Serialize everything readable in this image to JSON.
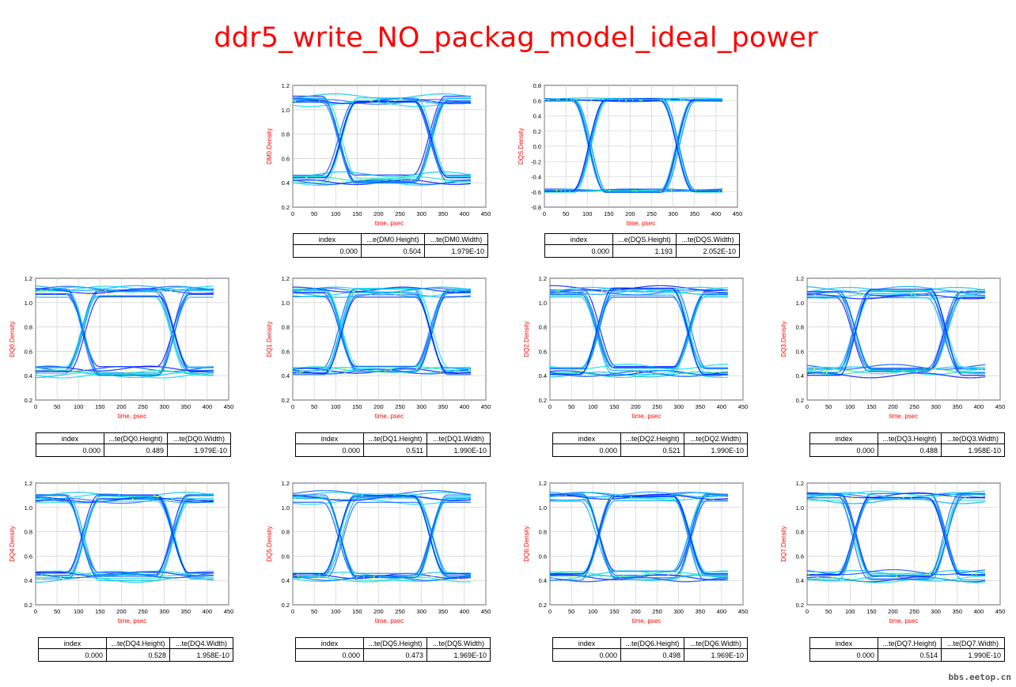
{
  "title": "ddr5_write_NO_packag_model_ideal_power",
  "watermark": "bbs.eetop.cn",
  "colors": {
    "title": "#ff0000",
    "axis_label": "#ff0000",
    "trace_low": "#0000ff",
    "trace_mid": "#00c8ff",
    "trace_high": "#ffff00",
    "grid": "#c8c8c8"
  },
  "chart_data": [
    {
      "id": "DM0",
      "type": "scatter",
      "kind": "eye",
      "ylabel": "DM0.Density",
      "xlabel": "time, psec",
      "xlim": [
        0,
        450
      ],
      "ylim": [
        0.2,
        1.2
      ],
      "xticks": [
        "0",
        "50",
        "100",
        "150",
        "200",
        "250",
        "300",
        "350",
        "400",
        "450"
      ],
      "yticks": [
        "0.2",
        "0.4",
        "0.6",
        "0.8",
        "1.0",
        "1.2"
      ],
      "grid": true,
      "eye": {
        "high": 1.08,
        "low": 0.43,
        "spread": 0.04,
        "cross": [
          110,
          322
        ],
        "crossv": 0.81
      },
      "table": {
        "headers": [
          "index",
          "...e(DM0.Height)",
          "...te(DM0.Width)"
        ],
        "values": [
          "0.000",
          "0.504",
          "1.979E-10"
        ]
      }
    },
    {
      "id": "DQS",
      "type": "scatter",
      "kind": "eye",
      "ylabel": "DQS.Density",
      "xlabel": "time, psec",
      "xlim": [
        0,
        450
      ],
      "ylim": [
        -0.8,
        0.8
      ],
      "xticks": [
        "0",
        "50",
        "100",
        "150",
        "200",
        "250",
        "300",
        "350",
        "400",
        "450"
      ],
      "yticks": [
        "-0.8",
        "-0.6",
        "-0.4",
        "-0.2",
        "0.0",
        "0.2",
        "0.4",
        "0.6",
        "0.8"
      ],
      "grid": true,
      "eye": {
        "high": 0.61,
        "low": -0.59,
        "spread": 0.02,
        "cross": [
          105,
          310
        ],
        "crossv": 0.0
      },
      "table": {
        "headers": [
          "index",
          "...e(DQS.Height)",
          "...te(DQS.Width)"
        ],
        "values": [
          "0.000",
          "1.193",
          "2.052E-10"
        ]
      }
    },
    {
      "id": "DQ0",
      "type": "scatter",
      "kind": "eye",
      "ylabel": "DQ0.Density",
      "xlabel": "time, psec",
      "xlim": [
        0,
        450
      ],
      "ylim": [
        0.2,
        1.2
      ],
      "xticks": [
        "0",
        "50",
        "100",
        "150",
        "200",
        "250",
        "300",
        "350",
        "400",
        "450"
      ],
      "yticks": [
        "0.2",
        "0.4",
        "0.6",
        "0.8",
        "1.0",
        "1.2"
      ],
      "grid": true,
      "eye": {
        "high": 1.08,
        "low": 0.44,
        "spread": 0.04,
        "cross": [
          110,
          320
        ],
        "crossv": 0.82
      },
      "table": {
        "headers": [
          "index",
          "...te(DQ0.Height)",
          "...te(DQ0.Width)"
        ],
        "values": [
          "0.000",
          "0.489",
          "1.979E-10"
        ]
      }
    },
    {
      "id": "DQ1",
      "type": "scatter",
      "kind": "eye",
      "ylabel": "DQ1.Density",
      "xlabel": "time, psec",
      "xlim": [
        0,
        450
      ],
      "ylim": [
        0.2,
        1.2
      ],
      "xticks": [
        "0",
        "50",
        "100",
        "150",
        "200",
        "250",
        "300",
        "350",
        "400",
        "450"
      ],
      "yticks": [
        "0.2",
        "0.4",
        "0.6",
        "0.8",
        "1.0",
        "1.2"
      ],
      "grid": true,
      "eye": {
        "high": 1.08,
        "low": 0.44,
        "spread": 0.04,
        "cross": [
          112,
          323
        ],
        "crossv": 0.82
      },
      "table": {
        "headers": [
          "index",
          "...te(DQ1.Height)",
          "...te(DQ1.Width)"
        ],
        "values": [
          "0.000",
          "0.511",
          "1.990E-10"
        ]
      }
    },
    {
      "id": "DQ2",
      "type": "scatter",
      "kind": "eye",
      "ylabel": "DQ2.Density",
      "xlabel": "time, psec",
      "xlim": [
        0,
        450
      ],
      "ylim": [
        0.2,
        1.2
      ],
      "xticks": [
        "0",
        "50",
        "100",
        "150",
        "200",
        "250",
        "300",
        "350",
        "400",
        "450"
      ],
      "yticks": [
        "0.2",
        "0.4",
        "0.6",
        "0.8",
        "1.0",
        "1.2"
      ],
      "grid": true,
      "eye": {
        "high": 1.08,
        "low": 0.44,
        "spread": 0.04,
        "cross": [
          112,
          325
        ],
        "crossv": 0.82
      },
      "table": {
        "headers": [
          "index",
          "...te(DQ2.Height)",
          "...te(DQ2.Width)"
        ],
        "values": [
          "0.000",
          "0.521",
          "1.990E-10"
        ]
      }
    },
    {
      "id": "DQ3",
      "type": "scatter",
      "kind": "eye",
      "ylabel": "DQ3.Density",
      "xlabel": "time, psec",
      "xlim": [
        0,
        450
      ],
      "ylim": [
        0.2,
        1.2
      ],
      "xticks": [
        "0",
        "50",
        "100",
        "150",
        "200",
        "250",
        "300",
        "350",
        "400",
        "450"
      ],
      "yticks": [
        "0.2",
        "0.4",
        "0.6",
        "0.8",
        "1.0",
        "1.2"
      ],
      "grid": true,
      "eye": {
        "high": 1.08,
        "low": 0.44,
        "spread": 0.04,
        "cross": [
          110,
          322
        ],
        "crossv": 0.82
      },
      "table": {
        "headers": [
          "index",
          "...te(DQ3.Height)",
          "...te(DQ3.Width)"
        ],
        "values": [
          "0.000",
          "0.488",
          "1.958E-10"
        ]
      }
    },
    {
      "id": "DQ4",
      "type": "scatter",
      "kind": "eye",
      "ylabel": "DQ4.Density",
      "xlabel": "time, psec",
      "xlim": [
        0,
        450
      ],
      "ylim": [
        0.2,
        1.2
      ],
      "xticks": [
        "0",
        "50",
        "100",
        "150",
        "200",
        "250",
        "300",
        "350",
        "400",
        "450"
      ],
      "yticks": [
        "0.2",
        "0.4",
        "0.6",
        "0.8",
        "1.0",
        "1.2"
      ],
      "grid": true,
      "eye": {
        "high": 1.08,
        "low": 0.43,
        "spread": 0.04,
        "cross": [
          110,
          320
        ],
        "crossv": 0.81
      },
      "table": {
        "headers": [
          "index",
          "...te(DQ4.Height)",
          "...te(DQ4.Width)"
        ],
        "values": [
          "0.000",
          "0.528",
          "1.958E-10"
        ]
      }
    },
    {
      "id": "DQ5",
      "type": "scatter",
      "kind": "eye",
      "ylabel": "DQ5.Density",
      "xlabel": "time, psec",
      "xlim": [
        0,
        450
      ],
      "ylim": [
        0.2,
        1.2
      ],
      "xticks": [
        "0",
        "50",
        "100",
        "150",
        "200",
        "250",
        "300",
        "350",
        "400",
        "450"
      ],
      "yticks": [
        "0.2",
        "0.4",
        "0.6",
        "0.8",
        "1.0",
        "1.2"
      ],
      "grid": true,
      "eye": {
        "high": 1.08,
        "low": 0.43,
        "spread": 0.04,
        "cross": [
          112,
          323
        ],
        "crossv": 0.82
      },
      "table": {
        "headers": [
          "index",
          "...te(DQ5.Height)",
          "...te(DQ5.Width)"
        ],
        "values": [
          "0.000",
          "0.473",
          "1.969E-10"
        ]
      }
    },
    {
      "id": "DQ6",
      "type": "scatter",
      "kind": "eye",
      "ylabel": "DQ6.Density",
      "xlabel": "time, psec",
      "xlim": [
        0,
        450
      ],
      "ylim": [
        0.2,
        1.2
      ],
      "xticks": [
        "0",
        "50",
        "100",
        "150",
        "200",
        "250",
        "300",
        "350",
        "400",
        "450"
      ],
      "yticks": [
        "0.2",
        "0.4",
        "0.6",
        "0.8",
        "1.0",
        "1.2"
      ],
      "grid": true,
      "eye": {
        "high": 1.08,
        "low": 0.44,
        "spread": 0.04,
        "cross": [
          112,
          325
        ],
        "crossv": 0.83
      },
      "table": {
        "headers": [
          "index",
          "...te(DQ6.Height)",
          "...te(DQ6.Width)"
        ],
        "values": [
          "0.000",
          "0.498",
          "1.969E-10"
        ]
      }
    },
    {
      "id": "DQ7",
      "type": "scatter",
      "kind": "eye",
      "ylabel": "DQ7.Density",
      "xlabel": "time, psec",
      "xlim": [
        0,
        450
      ],
      "ylim": [
        0.2,
        1.2
      ],
      "xticks": [
        "0",
        "50",
        "100",
        "150",
        "200",
        "250",
        "300",
        "350",
        "400",
        "450"
      ],
      "yticks": [
        "0.2",
        "0.4",
        "0.6",
        "0.8",
        "1.0",
        "1.2"
      ],
      "grid": true,
      "eye": {
        "high": 1.08,
        "low": 0.44,
        "spread": 0.04,
        "cross": [
          110,
          322
        ],
        "crossv": 0.82
      },
      "table": {
        "headers": [
          "index",
          "...te(DQ7.Height)",
          "...te(DQ7.Width)"
        ],
        "values": [
          "0.000",
          "0.514",
          "1.990E-10"
        ]
      }
    }
  ]
}
